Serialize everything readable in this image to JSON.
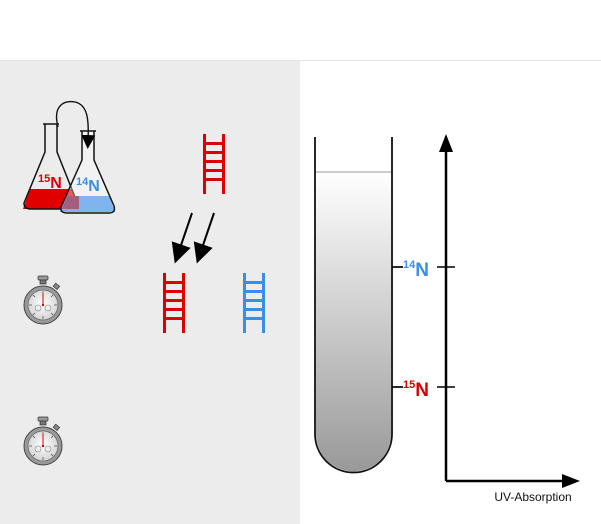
{
  "flasks": {
    "left": {
      "mass": "15",
      "element": "N",
      "color": "#dd0000"
    },
    "right": {
      "mass": "14",
      "element": "N",
      "color": "#3a8ee6"
    }
  },
  "tube_marks": [
    {
      "mass": "14",
      "element": "N",
      "color": "#3a8ee6"
    },
    {
      "mass": "15",
      "element": "N",
      "color": "#dd0000"
    }
  ],
  "axis": {
    "x_label": "UV-Absorption"
  },
  "colors": {
    "panel_bg": "#ececec",
    "n15": "#dd0000",
    "n14": "#3a8ee6"
  },
  "icons": [
    "stopwatch-icon",
    "stopwatch-icon"
  ]
}
